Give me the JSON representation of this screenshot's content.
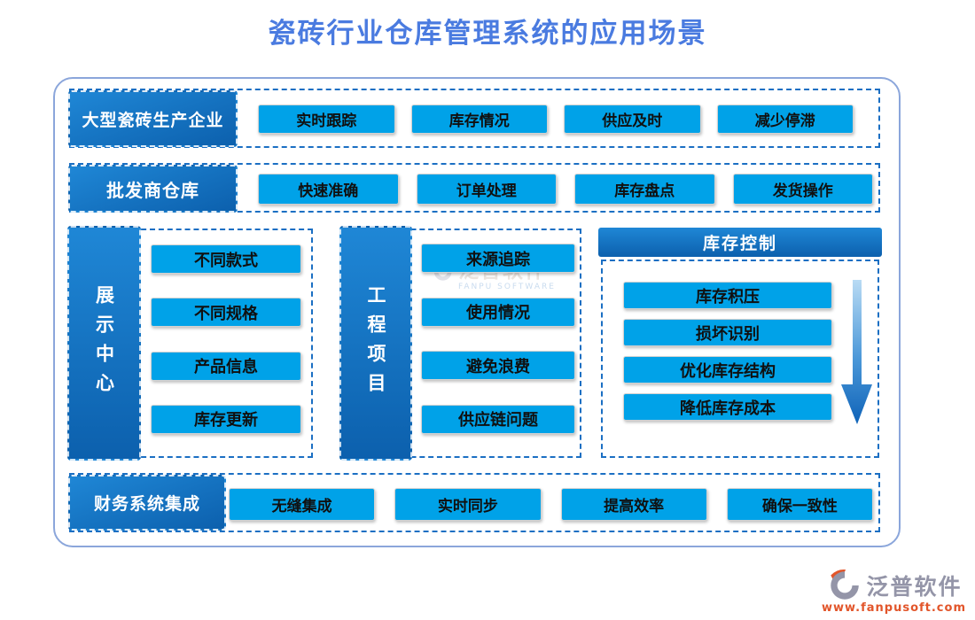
{
  "title": "瓷砖行业仓库管理系统的应用场景",
  "colors": {
    "title": "#4a7be0",
    "frame": "#8ba6db",
    "dash": "#1b6fc3",
    "button": "#00a2e8",
    "label_top": "#1f87d6",
    "label_bottom": "#0c60ad",
    "arrow_light": "#b9dbf4",
    "arrow_dark": "#0f63b8",
    "logo_gray": "#9495a8",
    "logo_orange": "#e2552a"
  },
  "bands": [
    {
      "label": "大型瓷砖生产企业",
      "buttons": [
        "实时跟踪",
        "库存情况",
        "供应及时",
        "减少停滞"
      ]
    },
    {
      "label": "批发商仓库",
      "buttons": [
        "快速准确",
        "订单处理",
        "库存盘点",
        "发货操作"
      ]
    },
    {
      "label": "财务系统集成",
      "buttons": [
        "无缝集成",
        "实时同步",
        "提高效率",
        "确保一致性"
      ]
    }
  ],
  "columns": [
    {
      "label": "展示中心",
      "items": [
        "不同款式",
        "不同规格",
        "产品信息",
        "库存更新"
      ]
    },
    {
      "label": "工程项目",
      "items": [
        "来源追踪",
        "使用情况",
        "避免浪费",
        "供应链问题"
      ]
    },
    {
      "label": "库存控制",
      "items": [
        "库存积压",
        "损坏识别",
        "优化库存结构",
        "降低库存成本"
      ]
    }
  ],
  "watermark": {
    "name": "泛普软件",
    "subtitle": "FANPU SOFTWARE"
  },
  "logo": {
    "name": "泛普软件",
    "url": "www.fanpusoft.com"
  }
}
